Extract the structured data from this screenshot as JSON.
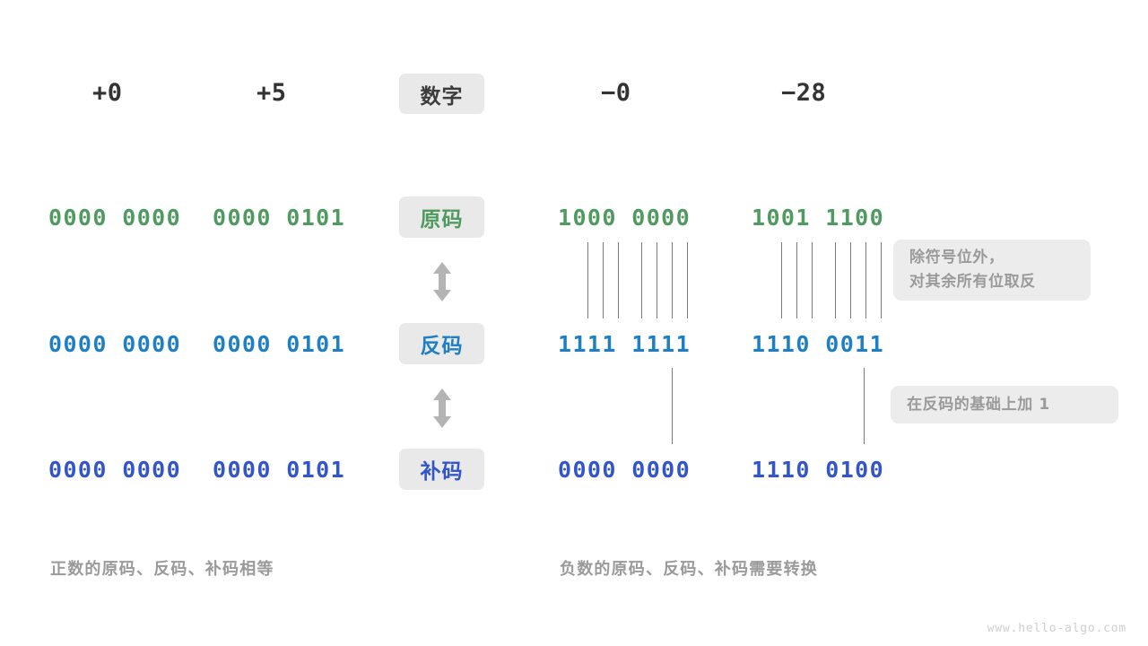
{
  "diagram": {
    "title_badge": "数字",
    "row_badges": [
      "原码",
      "反码",
      "补码"
    ],
    "columns": {
      "positive": [
        {
          "header": "+0",
          "values": [
            "0000 0000",
            "0000 0000",
            "0000 0000"
          ]
        },
        {
          "header": "+5",
          "values": [
            "0000 0101",
            "0000 0101",
            "0000 0101"
          ]
        }
      ],
      "negative": [
        {
          "header": "−0",
          "values": [
            "1000 0000",
            "1111 1111",
            "0000 0000"
          ]
        },
        {
          "header": "−28",
          "values": [
            "1001 1100",
            "1110 0011",
            "1110 0100"
          ]
        }
      ]
    },
    "annotations": [
      {
        "line1": "除符号位外，",
        "line2": "对其余所有位取反"
      },
      {
        "line1": "在反码的基础上加  1",
        "line2": ""
      }
    ],
    "footers": {
      "left": "正数的原码、反码、补码相等",
      "right": "负数的原码、反码、补码需要转换"
    },
    "watermark": "www.hello-algo.com",
    "colors": {
      "sign_magnitude": "#4e9a5f",
      "ones_complement": "#1f7fc4",
      "twos_complement": "#3355cc",
      "badge_bg": "#e9e9e9",
      "chip_bg": "#ececec",
      "chip_text": "#9a9a9a",
      "line": "#7a7a7a",
      "arrow": "#b4b4b4"
    }
  }
}
